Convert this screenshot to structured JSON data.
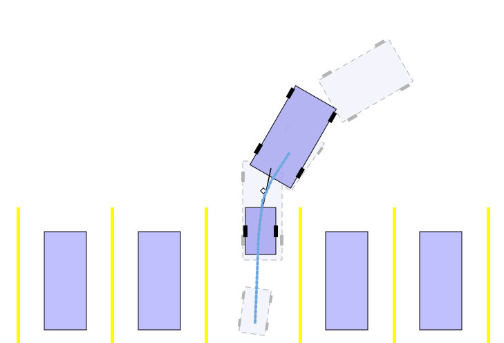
{
  "scene": {
    "background_color": "#ffffff",
    "line_color": "#ffff00",
    "parked_car_fill": "#c0c0ff",
    "parked_car_stroke": "#000000",
    "vehicle_fill": "#b0b0f2",
    "vehicle_stroke": "#000000",
    "ghost_fill": "#f2f2fd",
    "ghost_stroke": "#b0b0b8",
    "ghost_wheel_color": "#b4b4b4",
    "wheel_color": "#000000",
    "path_color": "#6fa8e0",
    "parking_lines_count": 6,
    "parked_cars_count": 4,
    "empty_slot_index": 2,
    "vehicle": {
      "type": "truck-trailer",
      "parts": [
        "tractor",
        "trailer"
      ],
      "hitch_icon": "hitch-joint-icon"
    },
    "ghost_states_count": 4,
    "path_style": "dotted"
  }
}
